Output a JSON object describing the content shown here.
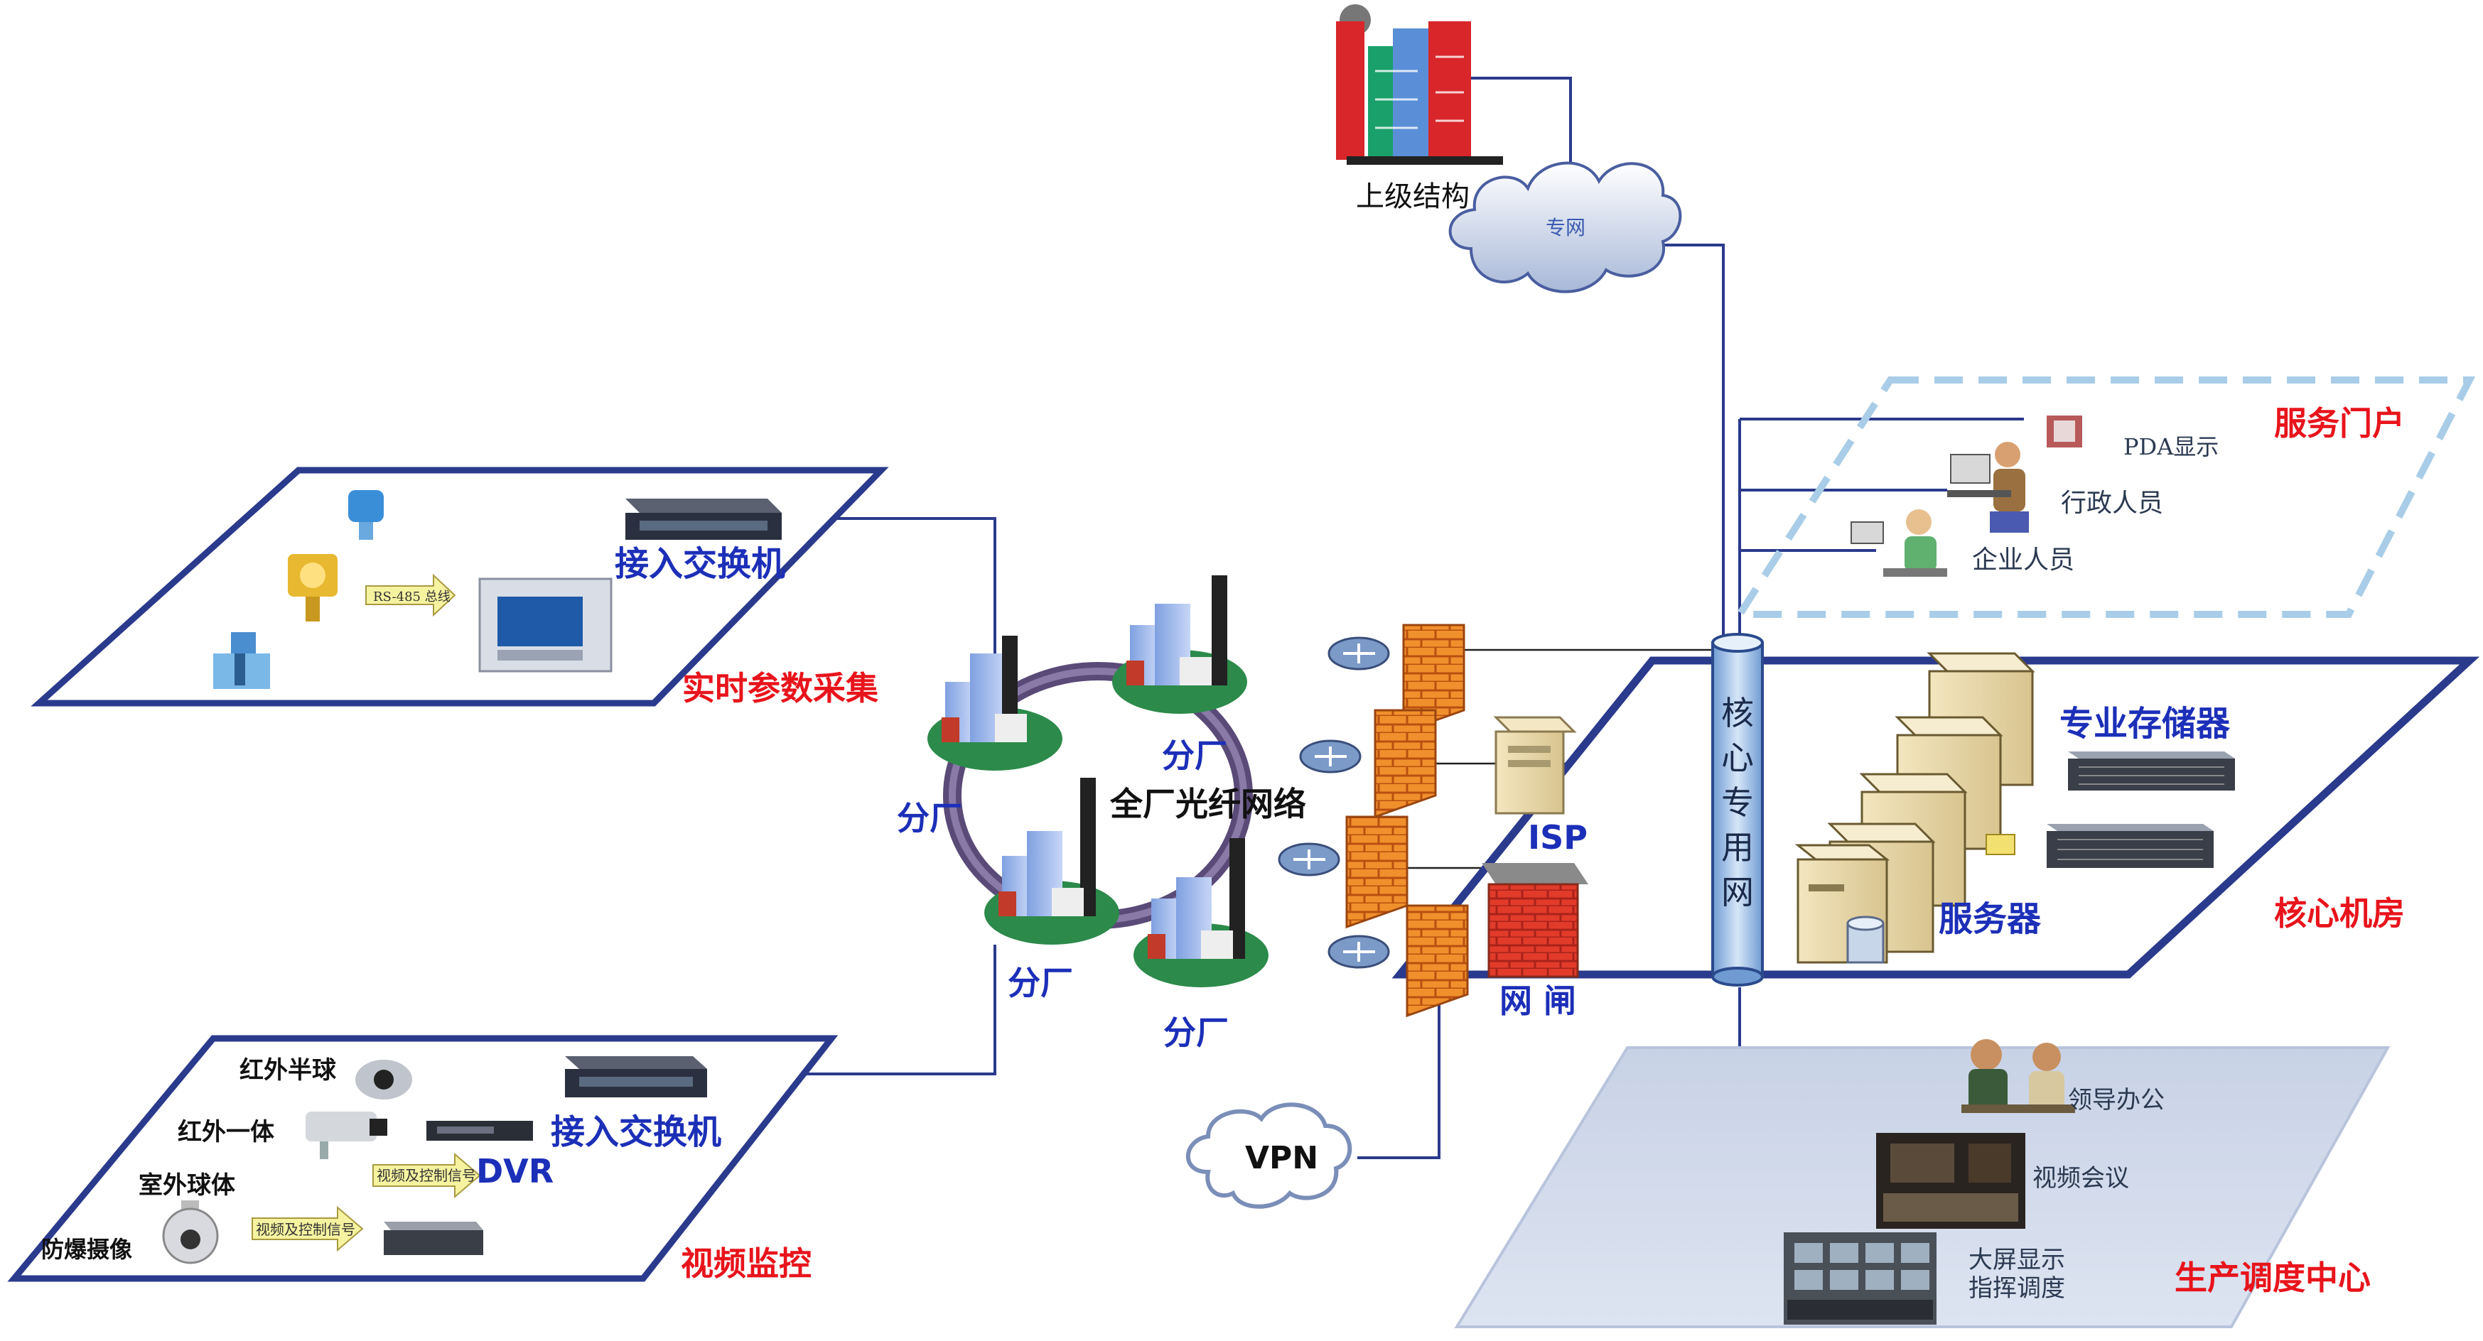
{
  "zones": {
    "realtime": "实时参数采集",
    "video": "视频监控",
    "service_portal": "服务门户",
    "core_room": "核心机房",
    "dispatch_center": "生产调度中心"
  },
  "realtime_zone": {
    "switch_label": "接入交换机",
    "bus_label": "RS-485 总线"
  },
  "video_zone": {
    "switch_label": "接入交换机",
    "dvr_label": "DVR",
    "signal_label_1": "视频及控制信号",
    "signal_label_2": "视频及控制信号",
    "cameras": [
      "红外半球",
      "红外一体",
      "室外球体",
      "防爆摄像"
    ]
  },
  "ring": {
    "center_label": "全厂光纤网络",
    "branches": [
      "分厂",
      "分厂",
      "分厂",
      "分厂"
    ]
  },
  "top": {
    "building_label": "上级结构",
    "cloud_label": "专网"
  },
  "gateway": {
    "isp_label": "ISP",
    "gap_label": "网 闸",
    "vpn_label": "VPN"
  },
  "backbone": {
    "label_chars": [
      "核",
      "心",
      "专",
      "用",
      "网"
    ]
  },
  "core_room": {
    "storage_label": "专业存储器",
    "server_label": "服务器"
  },
  "service_portal": {
    "pda_label": "PDA显示",
    "admin_label": "行政人员",
    "enterprise_label": "企业人员"
  },
  "dispatch": {
    "leader_label": "领导办公",
    "video_conf_label": "视频会议",
    "big_screen_label_1": "大屏显示",
    "big_screen_label_2": "指挥调度"
  },
  "colors": {
    "zone_border": "#2a3a8c",
    "link_line": "#2a3a8c",
    "red_label": "#e8141c",
    "blue_label": "#1c2fb8",
    "firewall": "#e8791c",
    "backbone": "#9fc1e6",
    "dashed_border": "#a9cde8"
  }
}
